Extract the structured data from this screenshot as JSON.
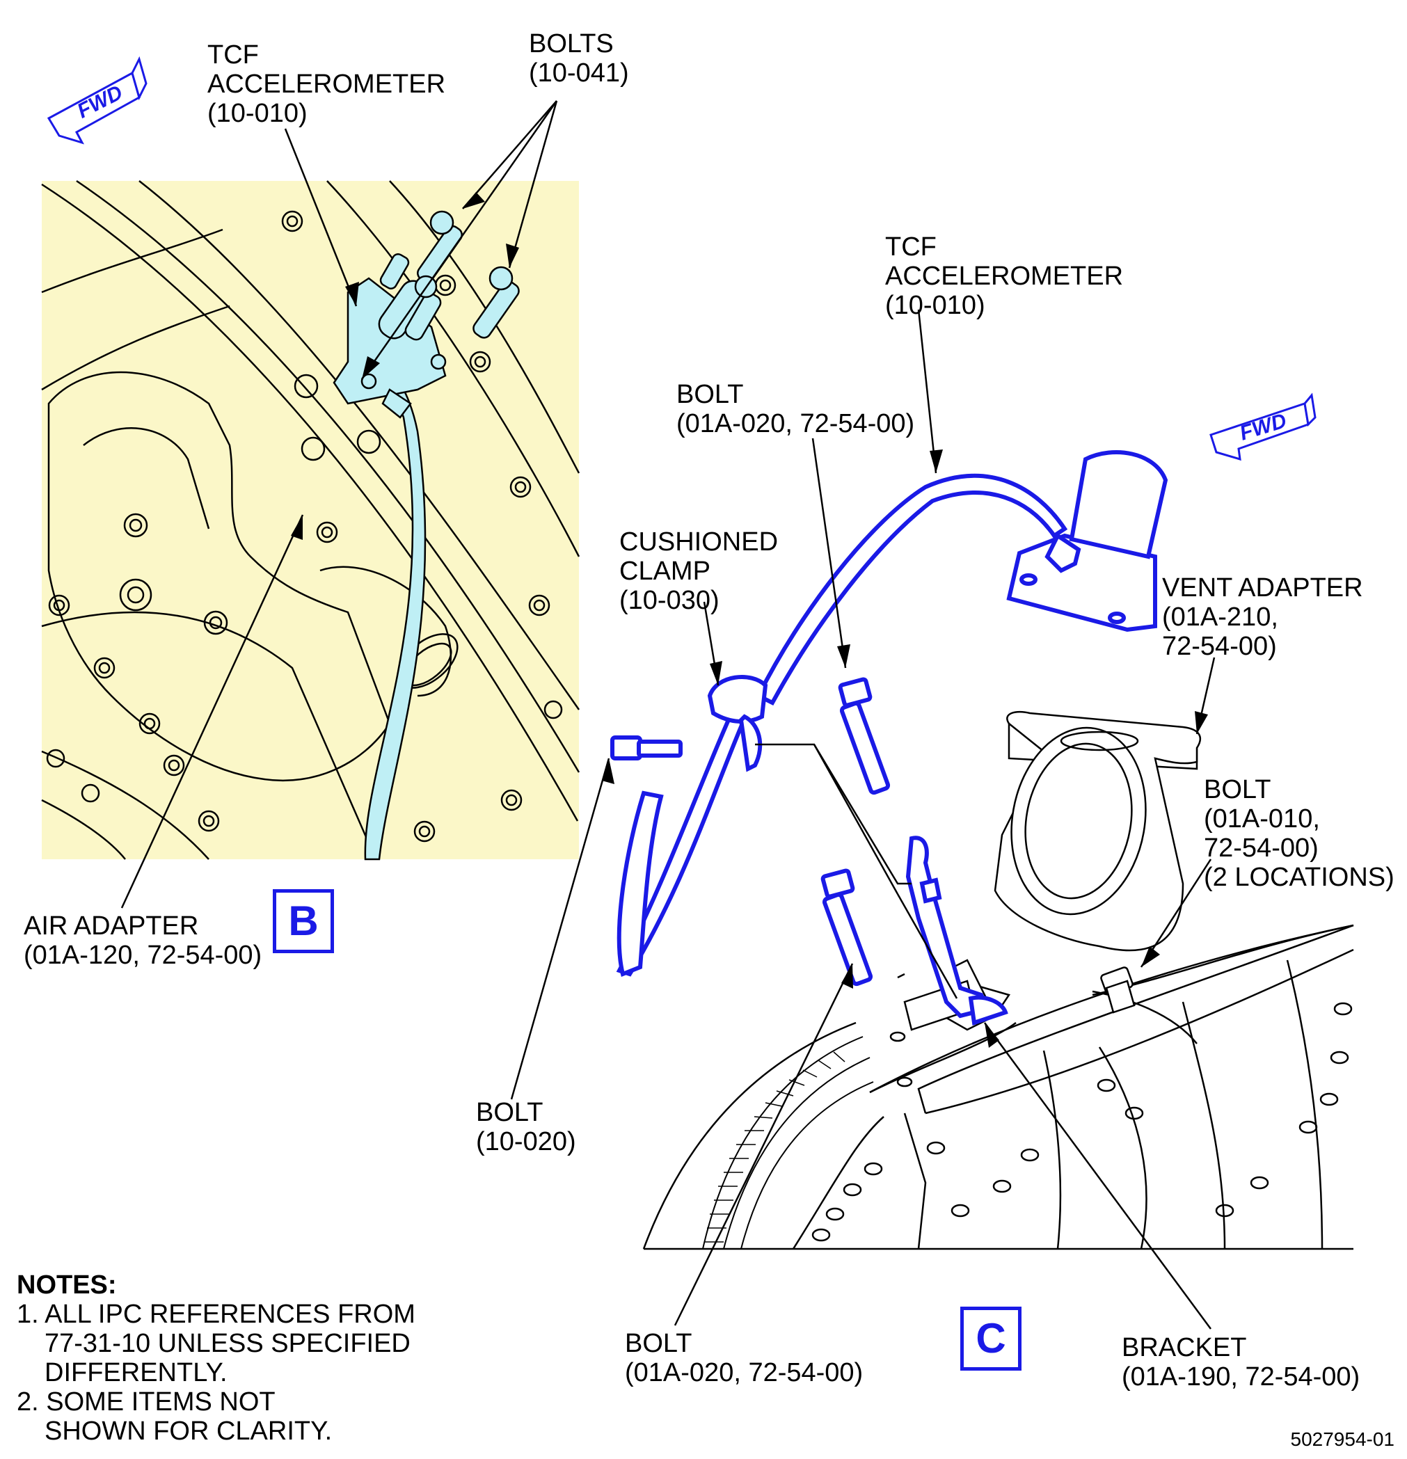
{
  "colors": {
    "blue": "#1a1ae6",
    "yellow": "#fbf7c8",
    "cyan": "#bfeff5"
  },
  "fwd_label": "FWD",
  "view_b": {
    "box_label": "B",
    "callouts": {
      "tcf": [
        "TCF",
        "ACCELEROMETER",
        "(10-010)"
      ],
      "bolts": [
        "BOLTS",
        "(10-041)"
      ],
      "air_adapter": [
        "AIR ADAPTER",
        "(01A-120, 72-54-00)"
      ]
    }
  },
  "view_c": {
    "box_label": "C",
    "callouts": {
      "tcf": [
        "TCF",
        "ACCELEROMETER",
        "(10-010)"
      ],
      "bolt_top": [
        "BOLT",
        "(01A-020, 72-54-00)"
      ],
      "clamp": [
        "CUSHIONED",
        "CLAMP",
        "(10-030)"
      ],
      "vent": [
        "VENT ADAPTER",
        "(01A-210,",
        "72-54-00)"
      ],
      "bolt_right": [
        "BOLT",
        "(01A-010,",
        "72-54-00)",
        "(2 LOCATIONS)"
      ],
      "bolt_left": [
        "BOLT",
        "(10-020)"
      ],
      "bolt_bottom": [
        "BOLT",
        "(01A-020, 72-54-00)"
      ],
      "bracket": [
        "BRACKET",
        "(01A-190, 72-54-00)"
      ]
    }
  },
  "notes": {
    "title": "NOTES:",
    "items": [
      [
        "1. ALL IPC REFERENCES FROM",
        "77-31-10 UNLESS SPECIFIED",
        "DIFFERENTLY."
      ],
      [
        "2. SOME ITEMS NOT",
        "SHOWN FOR CLARITY."
      ]
    ]
  },
  "figure_id": "5027954-01"
}
